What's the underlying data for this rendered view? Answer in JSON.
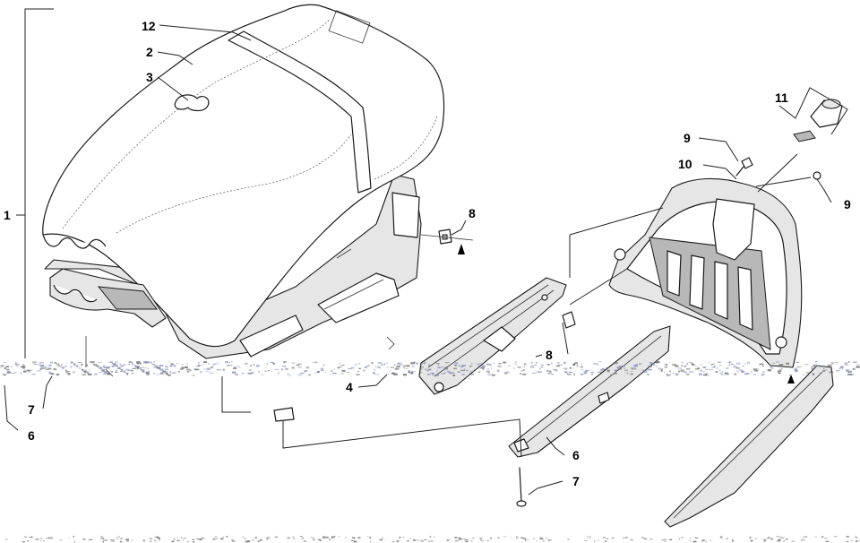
{
  "callouts": {
    "c1": "1",
    "c2": "2",
    "c3": "3",
    "c4": "4",
    "c6a": "6",
    "c6b": "6",
    "c7a": "7",
    "c7b": "7",
    "c8a": "8",
    "c8b": "8",
    "c9a": "9",
    "c9b": "9",
    "c10": "10",
    "c11": "11",
    "c12": "12"
  },
  "colors": {
    "line": "#1a1a1a",
    "shade": "#e6e6e6",
    "scan_noise": "#8c96c8"
  }
}
